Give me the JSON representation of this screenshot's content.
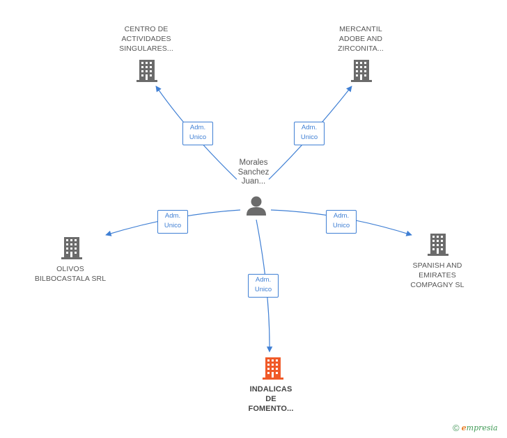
{
  "person": {
    "label_line1": "Morales",
    "label_line2": "Sanchez",
    "label_line3": "Juan..."
  },
  "companies": [
    {
      "id": "centro",
      "line1": "CENTRO DE",
      "line2": "ACTIVIDADES",
      "line3": "SINGULARES...",
      "color": "#6b6b6b"
    },
    {
      "id": "mercantil",
      "line1": "MERCANTIL",
      "line2": "ADOBE AND",
      "line3": "ZIRCONITA...",
      "color": "#6b6b6b"
    },
    {
      "id": "olivos",
      "line1": "OLIVOS",
      "line2": "BILBOCASTALA SRL",
      "line3": "",
      "color": "#6b6b6b"
    },
    {
      "id": "spanish",
      "line1": "SPANISH AND",
      "line2": "EMIRATES",
      "line3": "COMPAGNY SL",
      "color": "#6b6b6b"
    },
    {
      "id": "indalicas",
      "line1": "INDALICAS",
      "line2": "DE",
      "line3": "FOMENTO...",
      "color": "#f05a28"
    }
  ],
  "edges": [
    {
      "to": "centro",
      "line1": "Adm.",
      "line2": "Unico"
    },
    {
      "to": "mercantil",
      "line1": "Adm.",
      "line2": "Unico"
    },
    {
      "to": "olivos",
      "line1": "Adm.",
      "line2": "Unico"
    },
    {
      "to": "spanish",
      "line1": "Adm.",
      "line2": "Unico"
    },
    {
      "to": "indalicas",
      "line1": "Adm.",
      "line2": "Unico"
    }
  ],
  "colors": {
    "edge": "#3f7fd4",
    "person_icon": "#6b6b6b"
  },
  "footer": {
    "copyright_symbol": "©",
    "brand_initial": "e",
    "brand_rest": "mpresia"
  }
}
